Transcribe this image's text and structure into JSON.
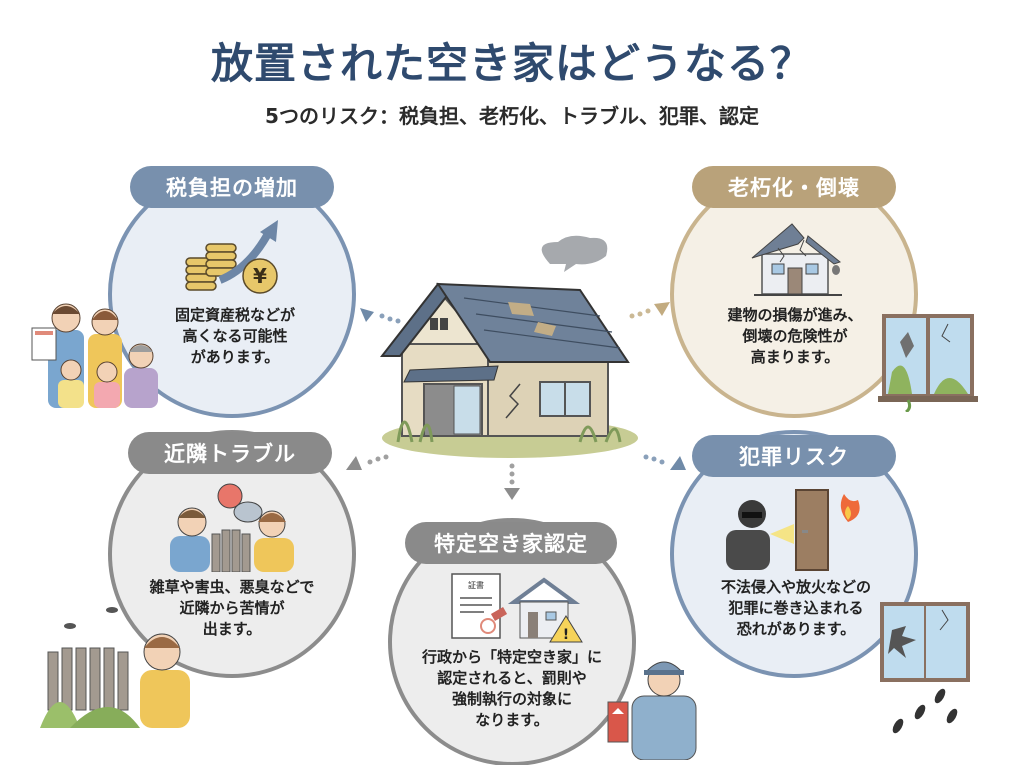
{
  "header": {
    "title": "放置された空き家はどうなる？",
    "subtitle": "5つのリスク：税負担、老朽化、トラブル、犯罪、認定"
  },
  "risks": {
    "tax": {
      "label": "税負担の増加",
      "description": "固定資産税などが\n高くなる可能性\nがあります。",
      "color": "#7890ad",
      "icon": "coins-yen-rising-arrow-icon"
    },
    "aging": {
      "label": "老朽化・倒壊",
      "description": "建物の損傷が進み、\n倒壊の危険性が\n高まります。",
      "color": "#b9a27a",
      "icon": "cracked-house-icon"
    },
    "neighbor": {
      "label": "近隣トラブル",
      "description": "雑草や害虫、悪臭などで\n近隣から苦情が\n出ます。",
      "color": "#8a8a8a",
      "icon": "arguing-neighbors-icon"
    },
    "crime": {
      "label": "犯罪リスク",
      "description": "不法侵入や放火などの\n犯罪に巻き込まれる\n恐れがあります。",
      "color": "#7890ad",
      "icon": "burglar-door-fire-icon"
    },
    "designation": {
      "label": "特定空き家認定",
      "description": "行政から「特定空き家」に\n認定されると、罰則や\n強制執行の対象に\nなります。",
      "color": "#8a8a8a",
      "icon": "certificate-house-warning-icon",
      "certificate_text": "証書"
    }
  },
  "center": {
    "icon": "abandoned-house-icon"
  },
  "colors": {
    "title": "#2f4a6e",
    "blue": "#7890ad",
    "tan": "#b9a27a",
    "gray": "#8a8a8a"
  }
}
